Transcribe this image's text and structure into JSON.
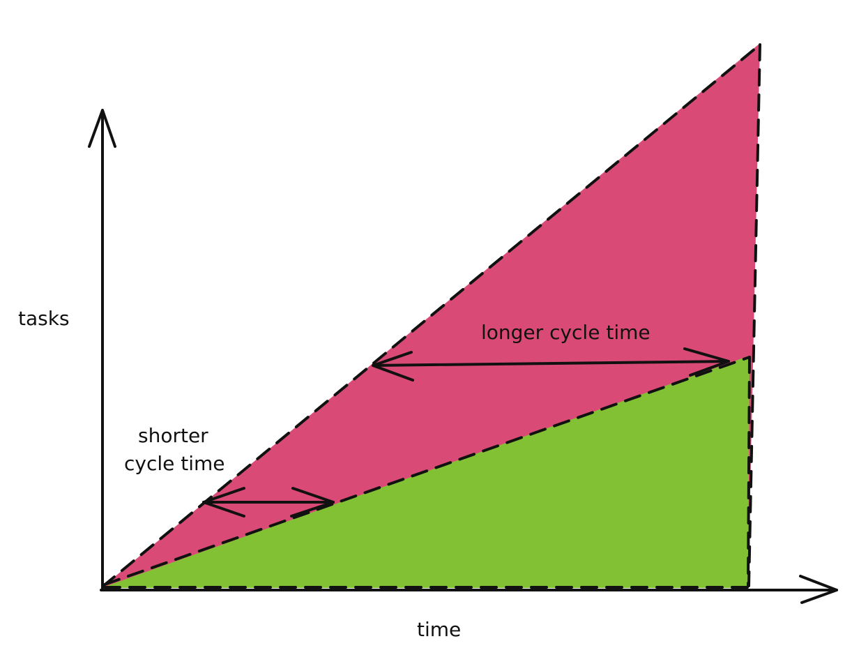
{
  "diagram": {
    "y_axis_label": "tasks",
    "x_axis_label": "time",
    "annotations": {
      "longer": "longer cycle time",
      "shorter_line1": "shorter",
      "shorter_line2": "cycle time"
    },
    "colors": {
      "upper_area": "#d94b76",
      "lower_area": "#82c134",
      "stroke": "#111111",
      "background": "#ffffff"
    }
  }
}
